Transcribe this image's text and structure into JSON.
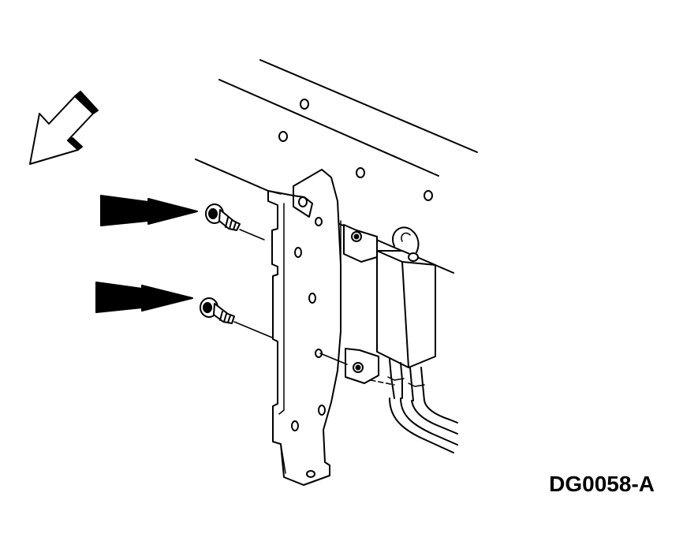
{
  "figure": {
    "reference_code": "DG0058-A"
  },
  "colors": {
    "line": "#000000",
    "background": "#ffffff"
  },
  "icons": [
    "view-direction-arrow-icon",
    "pointer-arrow-icon",
    "screw-icon",
    "mounting-bracket",
    "module-block",
    "wiring-harness"
  ]
}
